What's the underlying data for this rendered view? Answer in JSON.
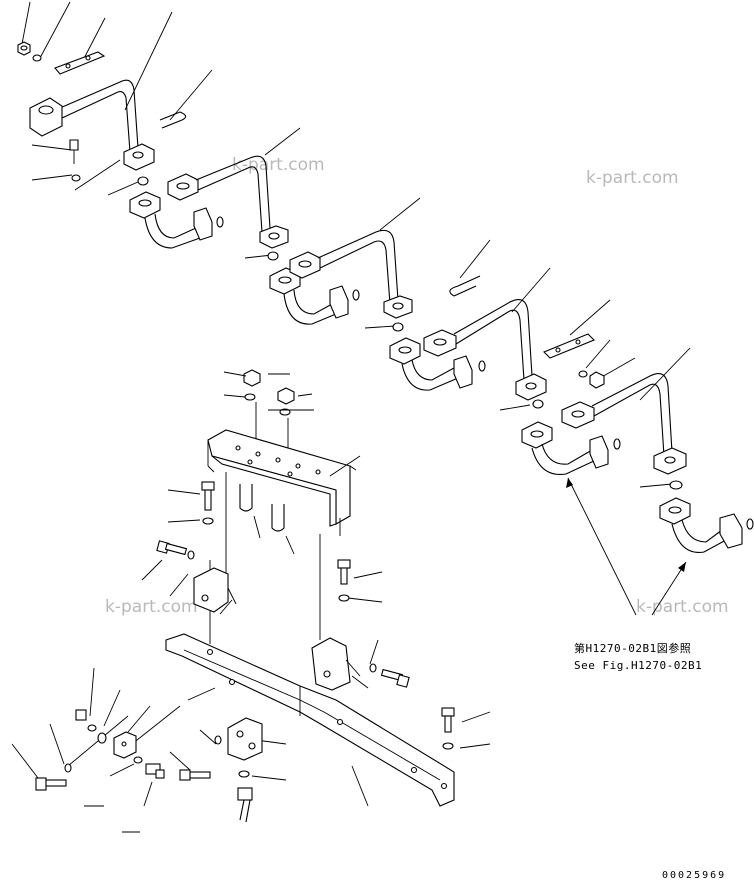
{
  "watermarks": [
    "k-part.com",
    "k-part.com",
    "k-part.com",
    "k-part.com"
  ],
  "reference": {
    "line1": "第H1270-02B1図参照",
    "line2": "See Fig.H1270-02B1"
  },
  "drawing_number": "00025969"
}
